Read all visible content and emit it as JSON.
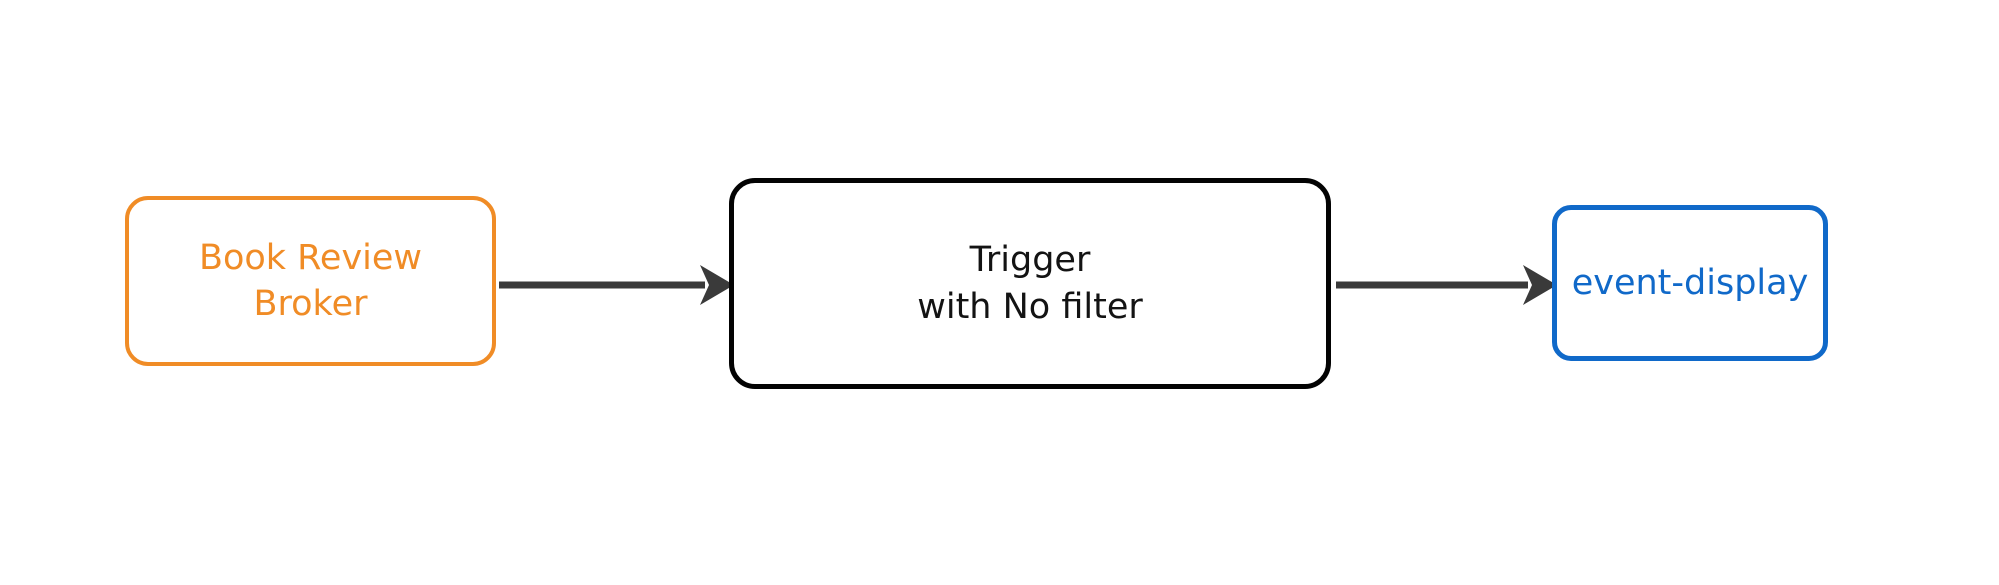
{
  "diagram": {
    "type": "flow",
    "background_color": "#ffffff",
    "orientation": "left-to-right",
    "nodes": [
      {
        "id": "broker",
        "role": "source",
        "label_lines": [
          "Book Review",
          "Broker"
        ],
        "border_color": "#F08C26",
        "text_color": "#F08C26",
        "fill_color": "#ffffff",
        "shape": "rounded-rectangle"
      },
      {
        "id": "trigger",
        "role": "processor",
        "label_lines": [
          "Trigger",
          "with No filter"
        ],
        "border_color": "#030303",
        "text_color": "#131313",
        "fill_color": "#ffffff",
        "shape": "rounded-rectangle"
      },
      {
        "id": "event-display",
        "role": "sink",
        "label_lines": [
          "event-display"
        ],
        "border_color": "#1069C9",
        "text_color": "#1069C9",
        "fill_color": "#ffffff",
        "shape": "rounded-rectangle"
      }
    ],
    "edges": [
      {
        "id": "broker-to-trigger",
        "from": "broker",
        "to": "trigger",
        "label": "",
        "color": "#3A3A3A",
        "arrowhead": "filled-triangle"
      },
      {
        "id": "trigger-to-display",
        "from": "trigger",
        "to": "event-display",
        "label": "",
        "color": "#3A3A3A",
        "arrowhead": "filled-triangle"
      }
    ]
  }
}
